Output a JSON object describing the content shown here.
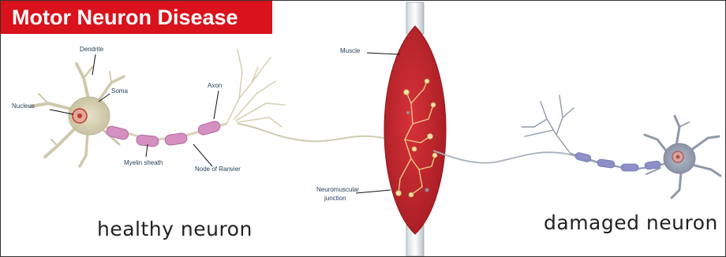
{
  "title": "Motor Neuron Disease",
  "labels": {
    "dendrite": "Dendrite",
    "soma": "Soma",
    "nucleus": "Nucleus",
    "axon": "Axon",
    "myelin_sheath": "Myelin sheath",
    "node_of_ranvier": "Node of Ranvier",
    "muscle": "Muscle",
    "nmj_line1": "Neuromuscular",
    "nmj_line2": "junction"
  },
  "captions": {
    "healthy": "healthy neuron",
    "damaged": "damaged neuron"
  },
  "colors": {
    "banner": "#d9121c",
    "muscle": "#c8262c",
    "healthy_soma": "#d8d2b6",
    "myelin": "#d58fc0",
    "damaged_soma": "#9aa3b4",
    "damaged_myelin": "#8c8fc8",
    "axon": "#cfcbb0"
  }
}
